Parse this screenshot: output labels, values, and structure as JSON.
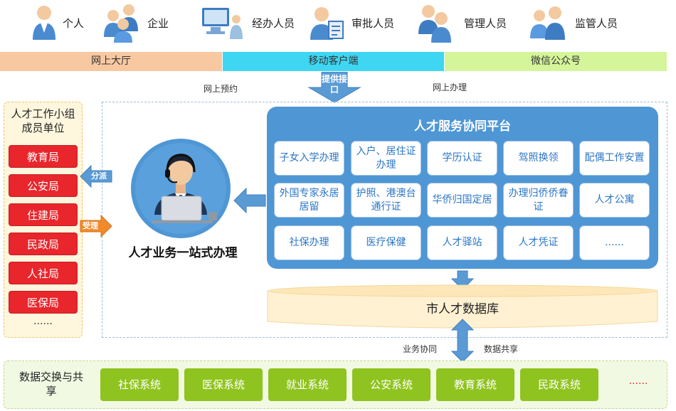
{
  "users": [
    {
      "label": "个人",
      "icon": "single-user-icon"
    },
    {
      "label": "企业",
      "icon": "group-users-icon"
    },
    {
      "label": "经办人员",
      "icon": "operator-computer-icon"
    },
    {
      "label": "审批人员",
      "icon": "approver-icon"
    },
    {
      "label": "管理人员",
      "icon": "manager-icon"
    },
    {
      "label": "监管人员",
      "icon": "supervisor-icon"
    }
  ],
  "channels": [
    {
      "label": "网上大厅",
      "color": "#f8c9a1"
    },
    {
      "label": "移动客户端",
      "color": "#3fd6f2"
    },
    {
      "label": "微信公众号",
      "color": "#d4f59a"
    }
  ],
  "labels": {
    "online_booking": "网上预约",
    "api_arrow": "提供接口",
    "online_handling": "网上办理",
    "dispatch": "分派",
    "accept": "受理",
    "business_collab": "业务协同",
    "data_sharing": "数据共享"
  },
  "units_panel": {
    "title": "人才工作小组成员单位",
    "items": [
      "教育局",
      "公安局",
      "住建局",
      "民政局",
      "人社局",
      "医保局"
    ],
    "more": "......"
  },
  "center": {
    "label": "人才业务一站式办理",
    "icon": "customer-service-agent-icon"
  },
  "platform": {
    "title": "人才服务协同平台",
    "services": [
      "子女入学办理",
      "入户、居住证办理",
      "学历认证",
      "驾照换领",
      "配偶工作安置",
      "外国专家永居居留",
      "护照、港澳台通行证",
      "华侨归国定居",
      "办理归侨侨眷证",
      "人才公寓",
      "社保办理",
      "医疗保健",
      "人才驿站",
      "人才凭证",
      "......"
    ]
  },
  "database": {
    "label": "市人才数据库"
  },
  "exchange": {
    "title": "数据交换与共享",
    "systems": [
      "社保系统",
      "医保系统",
      "就业系统",
      "公安系统",
      "教育系统",
      "民政系统"
    ],
    "more": "......"
  },
  "colors": {
    "platform": "#4f96d5",
    "unit_red": "#e8262c",
    "system_green": "#8fc31f",
    "arrow_blue": "#5b9bd5",
    "arrow_orange": "#f08a2c"
  }
}
